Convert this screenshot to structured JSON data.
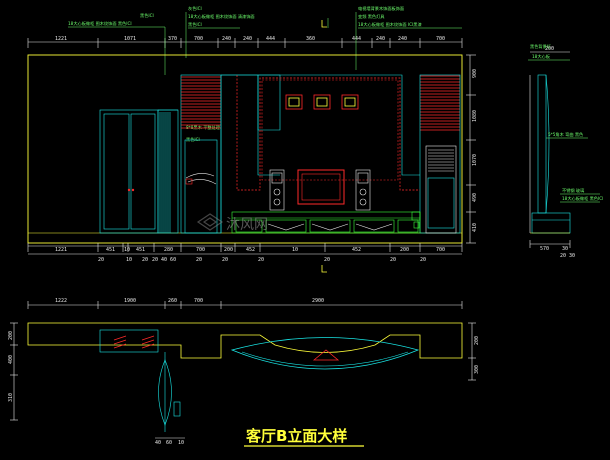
{
  "drawing": {
    "title": "客厅B立面大样",
    "watermark": "沐风网",
    "colors": {
      "background": "#000000",
      "outline_yellow": "#ffff3a",
      "cyan": "#19e6e6",
      "red": "#ff2a2a",
      "green": "#39ff39",
      "white": "#e8e8e8"
    }
  },
  "elevation": {
    "top_dims": [
      "1221",
      "1071",
      "370",
      "700",
      "240",
      "240",
      "444",
      "360",
      "444",
      "240",
      "240",
      "700"
    ],
    "bottom_dims": [
      "1221",
      "451",
      "10",
      "451",
      "280",
      "700",
      "200",
      "452",
      "10",
      "452",
      "200",
      "700"
    ],
    "sub_dims": [
      "20",
      "10",
      "20",
      "20 40 60",
      "20",
      "20",
      "20",
      "20",
      "20",
      "20"
    ],
    "right_vdims": [
      "900",
      "1080",
      "1070",
      "490",
      "410"
    ],
    "notes": {
      "n1": "黑色ICI",
      "n2": "18大心板做柜 图木纹饰面 黑色ICI",
      "n3": "灰色ICI",
      "n4": "18大心板做柜 图木纹饰面 清漆饰面",
      "n5": "黑色ICI",
      "n6": "8*8黑木 平整处理",
      "n7": "黑色ICI",
      "n8": "电视墙背景木饰面板饰面",
      "n9": "变频 黑色灯具",
      "n10": "18大心板做柜 图木纹饰面 ICI黑漆"
    }
  },
  "side_section": {
    "top_dims": [
      "200"
    ],
    "bottom_dims": [
      "570",
      "30",
      "20 30"
    ],
    "notes": {
      "s1": "黑色背景灯",
      "s2": "18大心板",
      "s3": "5*5角木 弯曲 黑色",
      "s4": "不锈钢 玻璃",
      "s5": "18大心板做柜 黑色ICI"
    }
  },
  "plan": {
    "top_dims": [
      "1222",
      "1900",
      "260",
      "700",
      "2900"
    ],
    "left_vdims": [
      "200",
      "400",
      "310"
    ],
    "right_vdims": [
      "200",
      "300"
    ],
    "bottom_dims": [
      "40",
      "60",
      "10"
    ]
  }
}
